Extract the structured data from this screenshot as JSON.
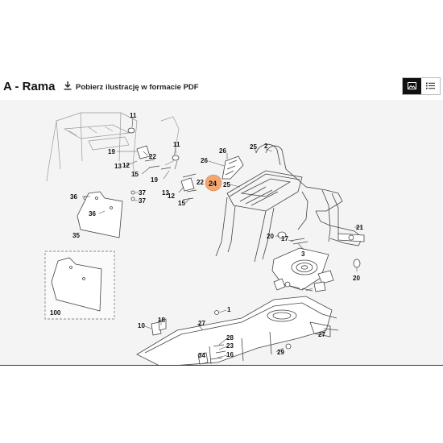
{
  "header": {
    "title": "A - Rama",
    "pdf_link_label": "Pobierz ilustrację w formacie PDF",
    "download_icon": "download-icon",
    "view_image_icon": "image-view-icon",
    "view_list_icon": "list-view-icon"
  },
  "diagram": {
    "highlighted_callout": "24",
    "highlight_color": "#f2a672",
    "callouts": {
      "c11a": "11",
      "c11b": "11",
      "c19a": "19",
      "c19b": "19",
      "c22a": "22",
      "c22b": "22",
      "c13a": "13",
      "c13b": "13",
      "c15a": "15",
      "c15b": "15",
      "c12a": "12",
      "c12b": "12",
      "c26": "26",
      "c25a": "25",
      "c25b": "25",
      "c2": "2",
      "c24": "24",
      "c36a": "36",
      "c36b": "36",
      "c37a": "37",
      "c37b": "37",
      "c35": "35",
      "c21": "21",
      "c20a": "20",
      "c20b": "20",
      "c17": "17",
      "c3": "3",
      "c100": "100",
      "c1": "1",
      "c18": "18",
      "c10": "10",
      "c27a": "27",
      "c27b": "27",
      "c28": "28",
      "c23": "23",
      "c16": "16",
      "c34": "34",
      "c29": "29"
    }
  }
}
